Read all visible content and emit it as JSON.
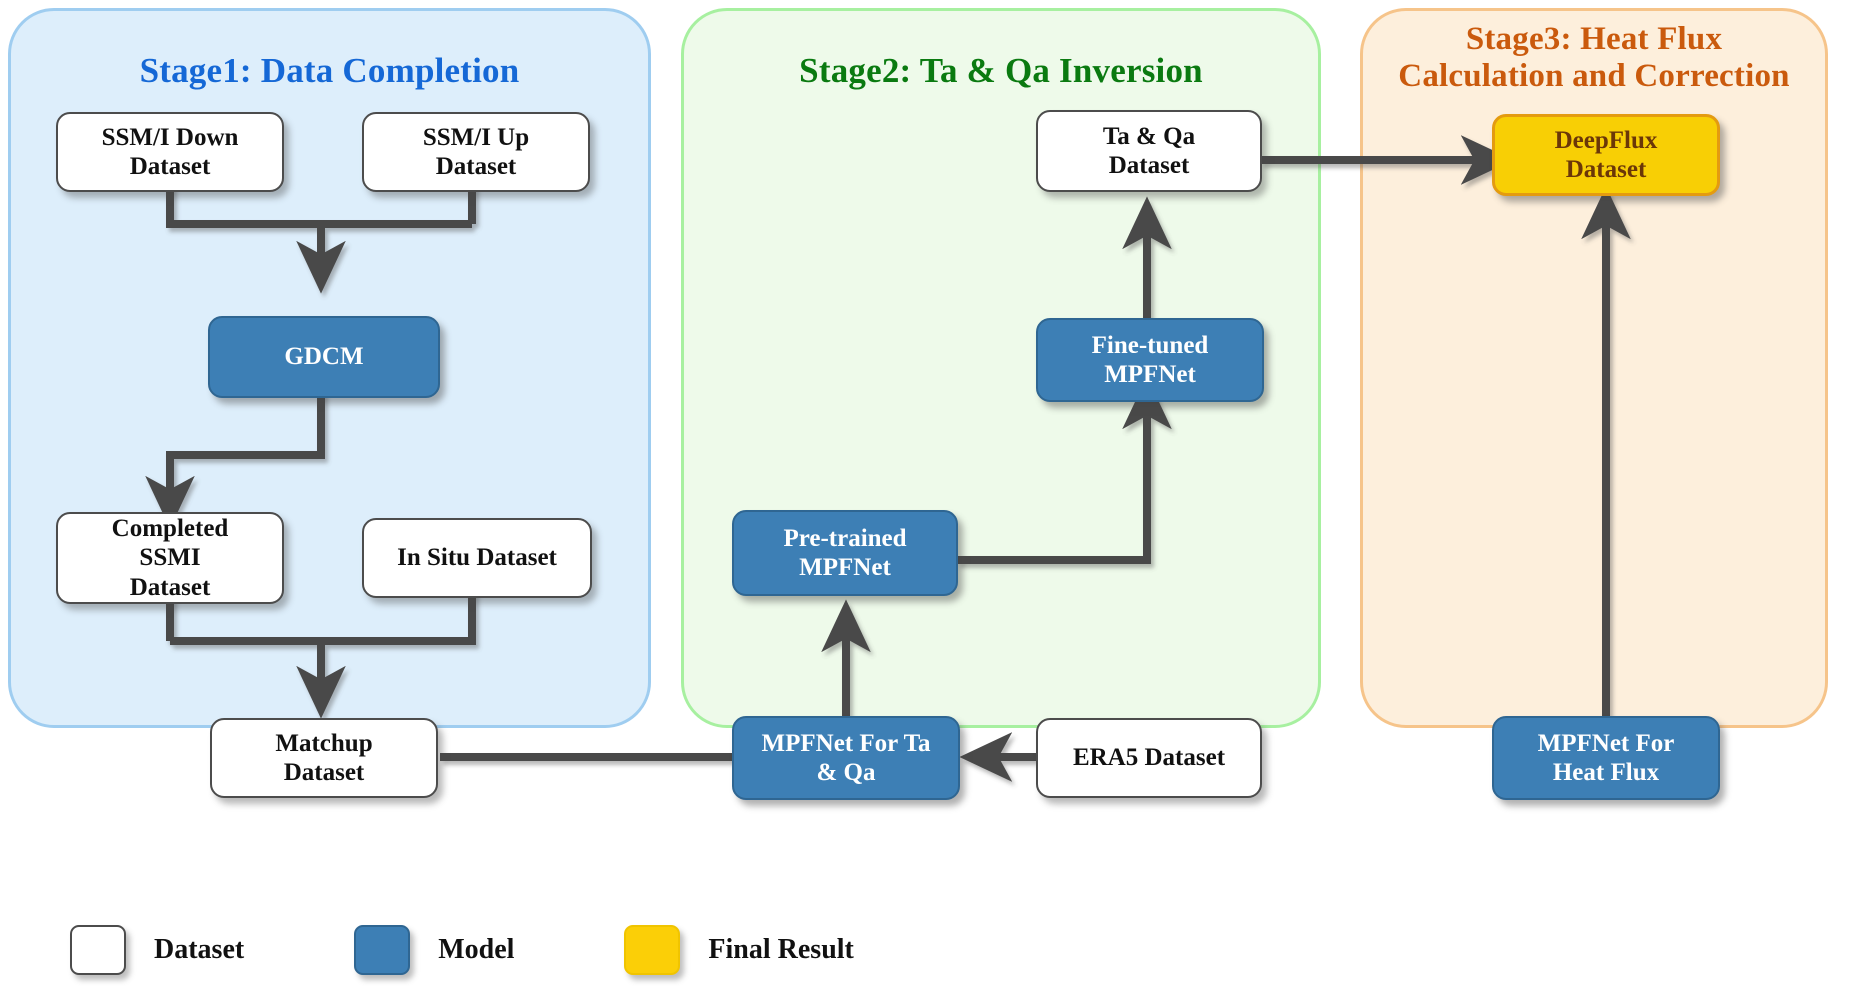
{
  "diagram": {
    "title": "DeepFlux three-stage workflow",
    "colors": {
      "stage1_bg": "#ddeefb",
      "stage1_border": "#9fcdf0",
      "stage1_title": "#1568d6",
      "stage2_bg": "#eefaea",
      "stage2_border": "#a7f0a0",
      "stage2_title": "#0a7a10",
      "stage3_bg": "#fdefdc",
      "stage3_border": "#f6c48a",
      "stage3_title": "#ca5a0d",
      "dataset_fill": "#ffffff",
      "model_fill": "#3d7fb5",
      "result_fill": "#f8cf05",
      "arrow": "#4a4a4a"
    }
  },
  "stages": [
    {
      "id": "stage1",
      "title": "Stage1: Data Completion"
    },
    {
      "id": "stage2",
      "title": "Stage2: Ta & Qa Inversion"
    },
    {
      "id": "stage3",
      "title": "Stage3: Heat Flux\nCalculation and Correction"
    }
  ],
  "nodes": {
    "ssmi_down": {
      "label": "SSM/I Down\nDataset",
      "type": "dataset"
    },
    "ssmi_up": {
      "label": "SSM/I Up\nDataset",
      "type": "dataset"
    },
    "gdcm": {
      "label": "GDCM",
      "type": "model"
    },
    "completed_ssmi": {
      "label": "Completed\nSSMI\nDataset",
      "type": "dataset"
    },
    "in_situ": {
      "label": "In Situ Dataset",
      "type": "dataset"
    },
    "matchup": {
      "label": "Matchup\nDataset",
      "type": "dataset"
    },
    "ta_qa_dataset": {
      "label": "Ta & Qa\nDataset",
      "type": "dataset"
    },
    "fine_tuned": {
      "label": "Fine-tuned\nMPFNet",
      "type": "model"
    },
    "pre_trained": {
      "label": "Pre-trained\nMPFNet",
      "type": "model"
    },
    "mpfnet_ta_qa": {
      "label": "MPFNet For Ta\n& Qa",
      "type": "model"
    },
    "era5": {
      "label": "ERA5 Dataset",
      "type": "dataset"
    },
    "deepflux": {
      "label": "DeepFlux\nDataset",
      "type": "result"
    },
    "mpfnet_heat": {
      "label": "MPFNet For\nHeat Flux",
      "type": "model"
    }
  },
  "edges": [
    {
      "from": "ssmi_down",
      "to": "gdcm"
    },
    {
      "from": "ssmi_up",
      "to": "gdcm"
    },
    {
      "from": "gdcm",
      "to": "completed_ssmi"
    },
    {
      "from": "completed_ssmi",
      "to": "matchup"
    },
    {
      "from": "in_situ",
      "to": "matchup"
    },
    {
      "from": "matchup",
      "to": "mpfnet_ta_qa"
    },
    {
      "from": "era5",
      "to": "mpfnet_ta_qa"
    },
    {
      "from": "mpfnet_ta_qa",
      "to": "pre_trained"
    },
    {
      "from": "pre_trained",
      "to": "fine_tuned"
    },
    {
      "from": "fine_tuned",
      "to": "ta_qa_dataset"
    },
    {
      "from": "ta_qa_dataset",
      "to": "deepflux"
    },
    {
      "from": "mpfnet_heat",
      "to": "deepflux"
    }
  ],
  "legend": [
    {
      "swatch": "dataset",
      "label": "Dataset"
    },
    {
      "swatch": "model",
      "label": "Model"
    },
    {
      "swatch": "result",
      "label": "Final Result"
    }
  ]
}
